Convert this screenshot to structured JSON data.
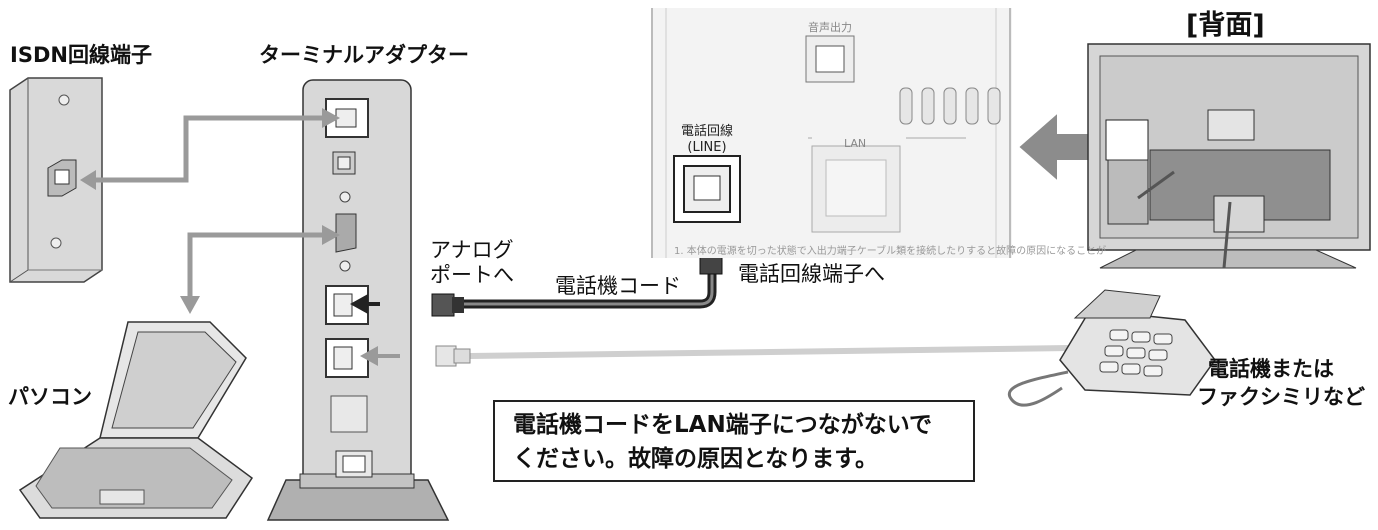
{
  "labels": {
    "isdn": "ISDN回線端子",
    "ta": "ターミナルアダプター",
    "back": "[背面]",
    "analog_line1": "アナログ",
    "analog_line2": "ポートへ",
    "cord": "電話機コード",
    "line_jack": "電話回線端子へ",
    "pc": "パソコン",
    "phone_line1": "電話機または",
    "phone_line2": "ファクシミリなど"
  },
  "panel": {
    "audio_out": "音声出力",
    "line_label1": "電話回線",
    "line_label2": "(LINE)",
    "lan": "LAN",
    "note": "1. 本体の電源を切った状態で入出力端子ケーブル類を接続したりすると故障の原因になることが"
  },
  "warning": {
    "line1": "電話機コードをLAN端子につながないで",
    "line2": "ください。故障の原因となります。"
  },
  "colors": {
    "device_fill": "#dcdcdc",
    "device_stroke": "#333333",
    "cable_gray": "#9a9a9a",
    "cable_dark": "#222222"
  }
}
